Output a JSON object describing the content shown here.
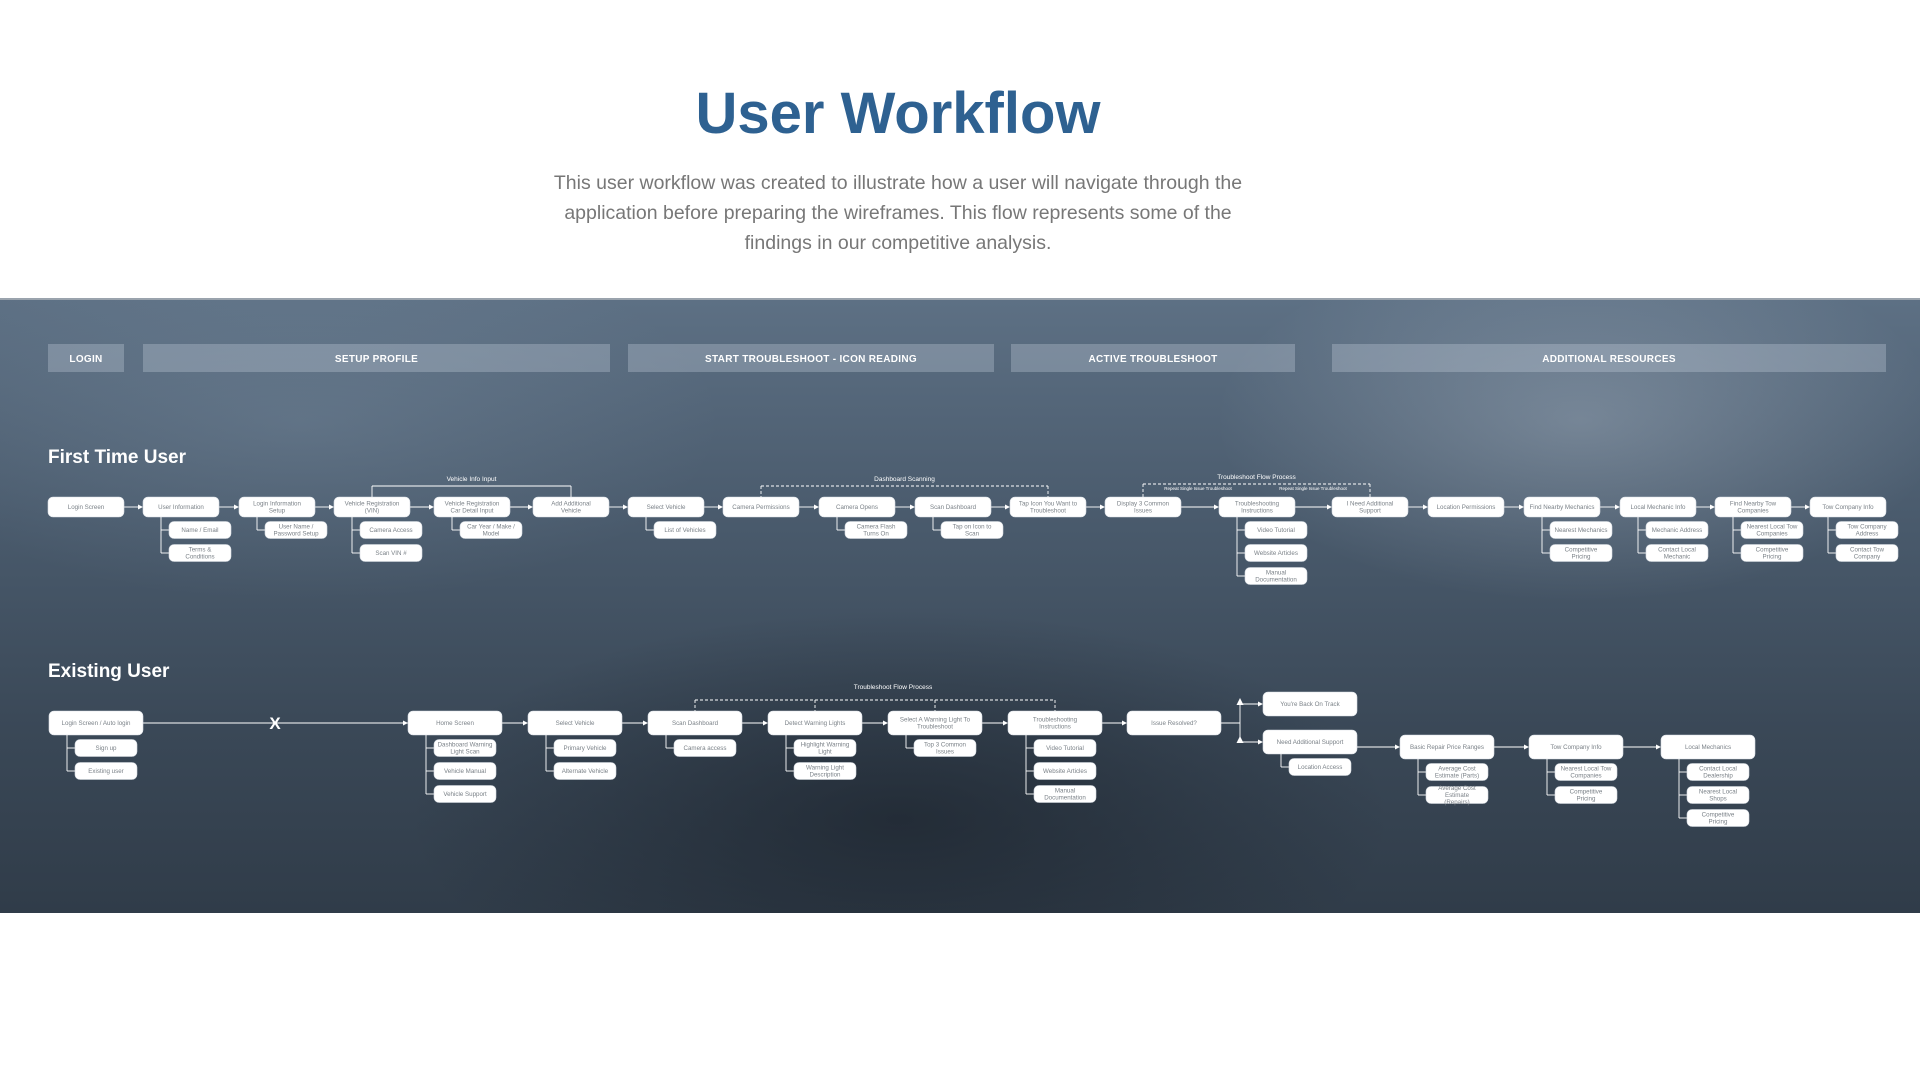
{
  "title": "User Workflow",
  "description": "This user workflow was created to illustrate how a user will navigate through the application before preparing the wireframes. This flow represents some of the findings in our competitive analysis.",
  "phases": [
    "LOGIN",
    "SETUP PROFILE",
    "START TROUBLESHOOT - ICON READING",
    "ACTIVE TROUBLESHOOT",
    "ADDITIONAL RESOURCES"
  ],
  "lanes": {
    "first_time": {
      "heading": "First Time User",
      "group_labels": [
        "Vehicle Info Input",
        "Dashboard Scanning",
        "Troubleshoot Flow Process",
        "Repeat Single Issue Troubleshoot",
        "Repeat Single Issue Troubleshoot"
      ],
      "steps": [
        {
          "label": "Login Screen",
          "children": []
        },
        {
          "label": "User Information",
          "children": [
            "Name / Email",
            "Terms & Conditions"
          ]
        },
        {
          "label": "Login Information Setup",
          "children": [
            "User Name / Password Setup"
          ]
        },
        {
          "label": "Vehicle Registration (VIN)",
          "children": [
            "Camera Access",
            "Scan VIN #"
          ]
        },
        {
          "label": "Vehicle Registration Car Detail Input",
          "children": [
            "Car Year / Make / Model"
          ]
        },
        {
          "label": "Add Additional Vehicle",
          "children": []
        },
        {
          "label": "Select Vehicle",
          "children": [
            "List of Vehicles"
          ]
        },
        {
          "label": "Camera Permissions",
          "children": []
        },
        {
          "label": "Camera Opens",
          "children": [
            "Camera Flash Turns On"
          ]
        },
        {
          "label": "Scan Dashboard",
          "children": [
            "Tap on Icon to Scan"
          ]
        },
        {
          "label": "Tap Icon You Want to Troubleshoot",
          "children": []
        },
        {
          "label": "Display 3 Common Issues",
          "children": []
        },
        {
          "label": "Troubleshooting Instructions",
          "children": [
            "Video Tutorial",
            "Website Articles",
            "Manual Documentation"
          ]
        },
        {
          "label": "I Need Additional Support",
          "children": []
        },
        {
          "label": "Location Permissions",
          "children": []
        },
        {
          "label": "Find Nearby Mechanics",
          "children": [
            "Nearest Mechanics",
            "Competitive Pricing"
          ]
        },
        {
          "label": "Local Mechanic Info",
          "children": [
            "Mechanic Address",
            "Contact Local Mechanic"
          ]
        },
        {
          "label": "Find Nearby Tow Companies",
          "children": [
            "Nearest Local Tow Companies",
            "Competitive Pricing"
          ]
        },
        {
          "label": "Tow Company Info",
          "children": [
            "Tow Company Address",
            "Contact Tow Company"
          ]
        }
      ]
    },
    "existing": {
      "heading": "Existing User",
      "group_label": "Troubleshoot Flow Process",
      "x_mark": "X",
      "steps": [
        {
          "label": "Login Screen / Auto login",
          "children": [
            "Sign up",
            "Existing user"
          ]
        },
        {
          "label": "Home Screen",
          "children": [
            "Dashboard Warning Light Scan",
            "Vehicle Manual",
            "Vehicle Support"
          ]
        },
        {
          "label": "Select Vehicle",
          "children": [
            "Primary Vehicle",
            "Alternate Vehicle"
          ]
        },
        {
          "label": "Scan Dashboard",
          "children": [
            "Camera access"
          ]
        },
        {
          "label": "Detect Warning Lights",
          "children": [
            "Highlight Warning Light",
            "Warning Light Description"
          ]
        },
        {
          "label": "Select A Warning Light To Troubleshoot",
          "children": [
            "Top 3 Common Issues"
          ]
        },
        {
          "label": "Troubleshooting Instructions",
          "children": [
            "Video Tutorial",
            "Website Articles",
            "Manual Documentation"
          ]
        },
        {
          "label": "Issue Resolved?",
          "children": []
        }
      ],
      "branches": [
        {
          "label": "You're Back On Track",
          "children": []
        },
        {
          "label": "Need Additional Support",
          "children": [
            "Location Access"
          ]
        }
      ],
      "resources": [
        {
          "label": "Basic Repair Price Ranges",
          "children": [
            "Average Cost Estimate (Parts)",
            "Average Cost Estimate (Repairs)"
          ]
        },
        {
          "label": "Tow Company Info",
          "children": [
            "Nearest Local Tow Companies",
            "Competitive Pricing"
          ]
        },
        {
          "label": "Local Mechanics",
          "children": [
            "Contact Local Dealership",
            "Nearest Local Shops",
            "Competitive Pricing"
          ]
        }
      ]
    }
  }
}
